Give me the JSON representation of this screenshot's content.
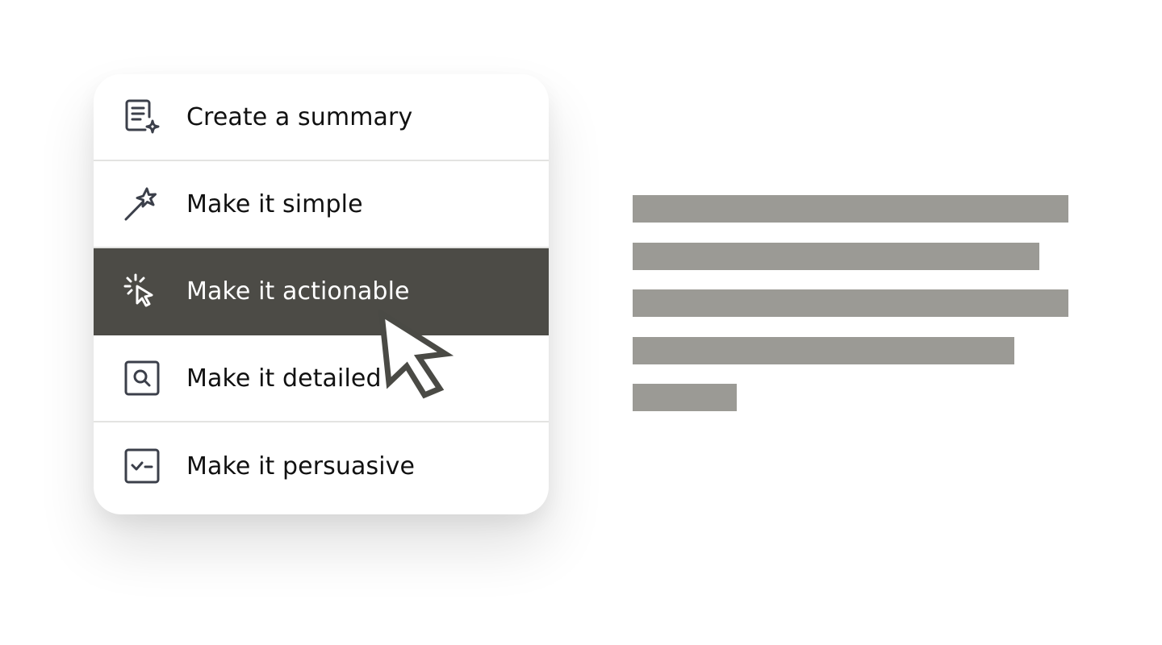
{
  "menu": {
    "items": [
      {
        "label": "Create a summary",
        "icon": "summary-sparkle-icon",
        "active": false
      },
      {
        "label": "Make it simple",
        "icon": "magic-wand-icon",
        "active": false
      },
      {
        "label": "Make it actionable",
        "icon": "click-pointer-icon",
        "active": true
      },
      {
        "label": "Make it detailed",
        "icon": "magnify-search-icon",
        "active": false
      },
      {
        "label": "Make it persuasive",
        "icon": "checklist-icon",
        "active": false
      }
    ]
  },
  "colors": {
    "active_background": "#4c4b46",
    "placeholder_line": "#9b9a95",
    "icon_stroke": "#3b3f4a",
    "icon_stroke_active": "#ffffff"
  },
  "placeholder_lines": [
    1.0,
    0.933,
    1.0,
    0.876,
    0.239
  ]
}
